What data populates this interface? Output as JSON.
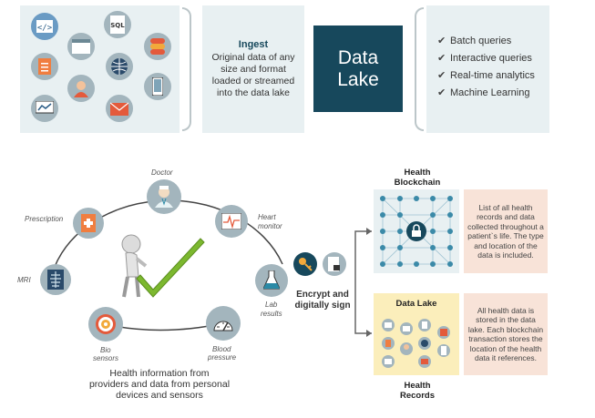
{
  "ingest": {
    "title": "Ingest",
    "description": "Original data of any size and format loaded or streamed into the data lake",
    "icons": [
      "code-icon",
      "sql-icon",
      "browser-icon",
      "database-icon",
      "document-icon",
      "person-icon",
      "globe-icon",
      "tablet-icon",
      "chart-monitor-icon",
      "mail-icon"
    ]
  },
  "data_lake_box": {
    "label_line1": "Data",
    "label_line2": "Lake"
  },
  "uses": [
    "Batch queries",
    "Interactive queries",
    "Real-time analytics",
    "Machine Learning"
  ],
  "sources": {
    "doctor": "Doctor",
    "prescription": "Prescription",
    "heart_monitor_1": "Heart",
    "heart_monitor_2": "monitor",
    "mri": "MRI",
    "lab_results_1": "Lab",
    "lab_results_2": "results",
    "bio_sensors_1": "Bio",
    "bio_sensors_2": "sensors",
    "blood_pressure_1": "Blood",
    "blood_pressure_2": "pressure",
    "caption_1": "Health information from",
    "caption_2": "providers and data from personal",
    "caption_3": "devices and sensors"
  },
  "encrypt": {
    "line1": "Encrypt and",
    "line2": "digitally sign"
  },
  "blockchain": {
    "title_1": "Health",
    "title_2": "Blockchain",
    "note": "List of all health records and data collected throughout a patient`s life. The type and location of the data is included."
  },
  "records": {
    "box_title": "Data Lake",
    "title_1": "Health",
    "title_2": "Records",
    "note": "All health data is stored in the data lake. Each blockchain transaction stores the location of the health data it references."
  },
  "colors": {
    "panel": "#e8f0f2",
    "dark_teal": "#17485c",
    "note_bg": "#f8e3d8",
    "records_bg": "#fbeebb",
    "check_green": "#7cb82f"
  }
}
